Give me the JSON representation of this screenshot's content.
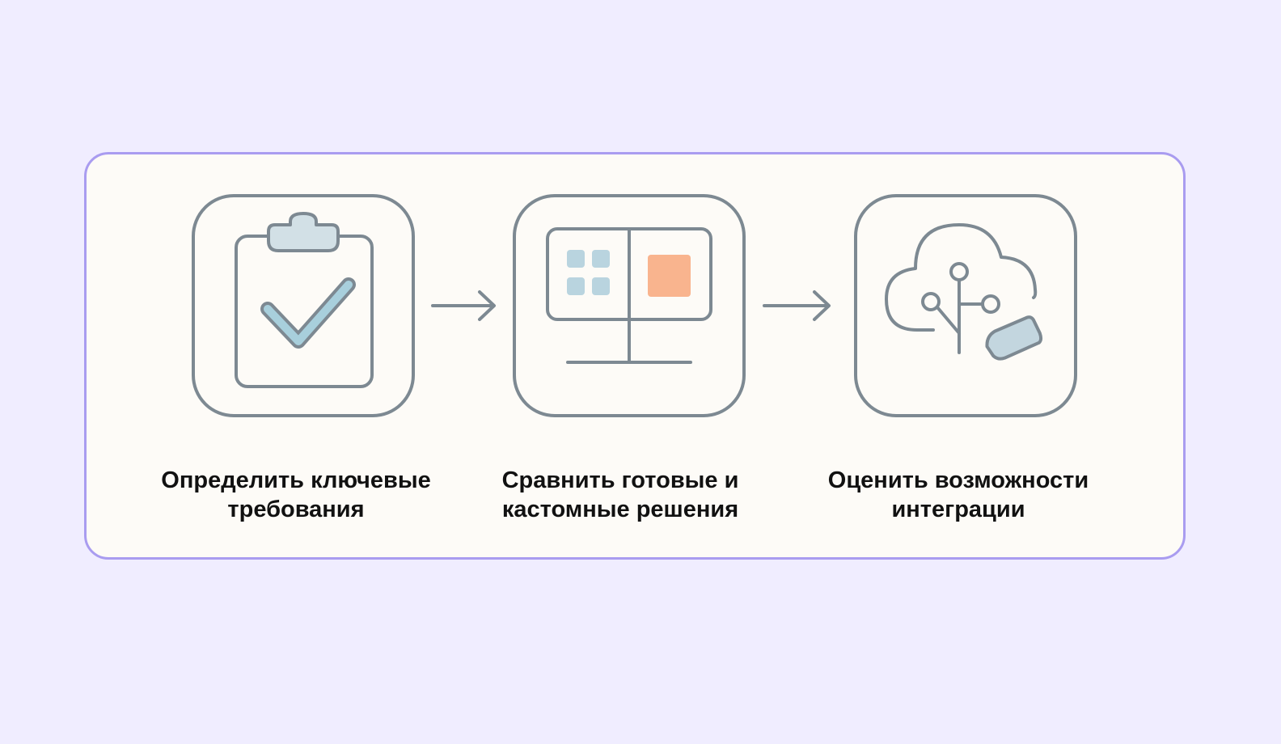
{
  "steps": [
    {
      "label_line1": "Определить ключевые",
      "label_line2": "требования",
      "icon": "clipboard-check-icon"
    },
    {
      "label_line1": "Сравнить готовые и",
      "label_line2": "кастомные решения",
      "icon": "comparison-board-icon"
    },
    {
      "label_line1": "Оценить возможности",
      "label_line2": "интеграции",
      "icon": "cloud-phone-integration-icon"
    }
  ],
  "colors": {
    "page_background": "#f0edff",
    "card_background": "#fdfbf7",
    "card_border": "#a99cf0",
    "icon_stroke": "#7d8992",
    "accent_blue": "#a8cfdc",
    "accent_blue_light": "#b9d4df",
    "accent_orange": "#f9b48e",
    "text": "#111111"
  }
}
